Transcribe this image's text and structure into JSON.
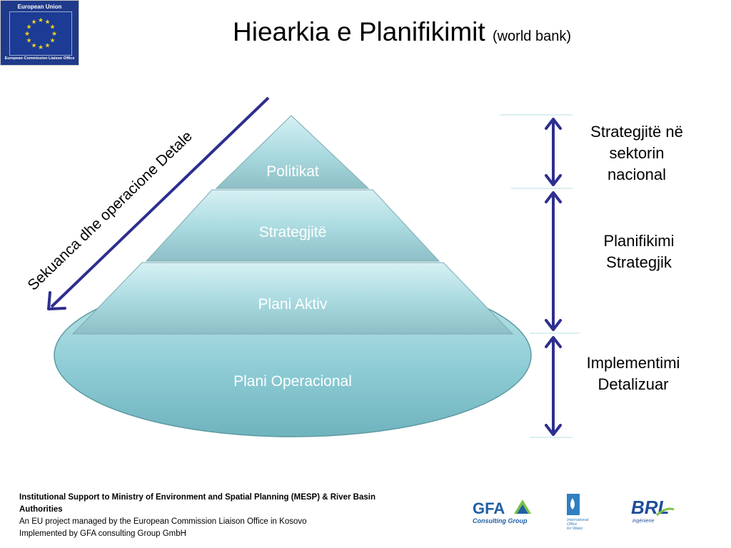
{
  "header": {
    "title": "Hiearkia e Planifikimit",
    "title_sub": "(world bank)"
  },
  "eu_logo": {
    "top_text": "European Union",
    "bottom_text": "European Commission Liaison Office"
  },
  "pyramid": {
    "levels": [
      "Politikat",
      "Strategjitë",
      "Plani Aktiv",
      "Plani Operacional"
    ],
    "diagonal_label": "Sekuanca dhe operacione Detale"
  },
  "side_labels": [
    [
      "Strategjitë në",
      "sektorin",
      "nacional"
    ],
    [
      "Planifikimi",
      "Strategjik"
    ],
    [
      "Implementimi",
      "Detalizuar"
    ]
  ],
  "footer": {
    "line1": "Institutional Support to Ministry of Environment and Spatial Planning (MESP) & River Basin Authorities",
    "line2": "An EU project managed by the European Commission Liaison Office in Kosovo",
    "line3": "Implemented by GFA consulting Group GmbH"
  },
  "partner_logos": {
    "gfa": {
      "name": "GFA",
      "tagline": "Consulting Group"
    },
    "iow": {
      "lines": [
        "International",
        "Office",
        "for Water"
      ]
    },
    "brl": {
      "name": "BRL",
      "tagline": "ingénierie"
    }
  },
  "colors": {
    "arrow": "#2e2e8f",
    "pyramid_fill": "#a8d9df",
    "ellipse_fill": "#8ccbd4",
    "eu_blue": "#1f3a8a",
    "eu_star": "#f2d21a"
  }
}
